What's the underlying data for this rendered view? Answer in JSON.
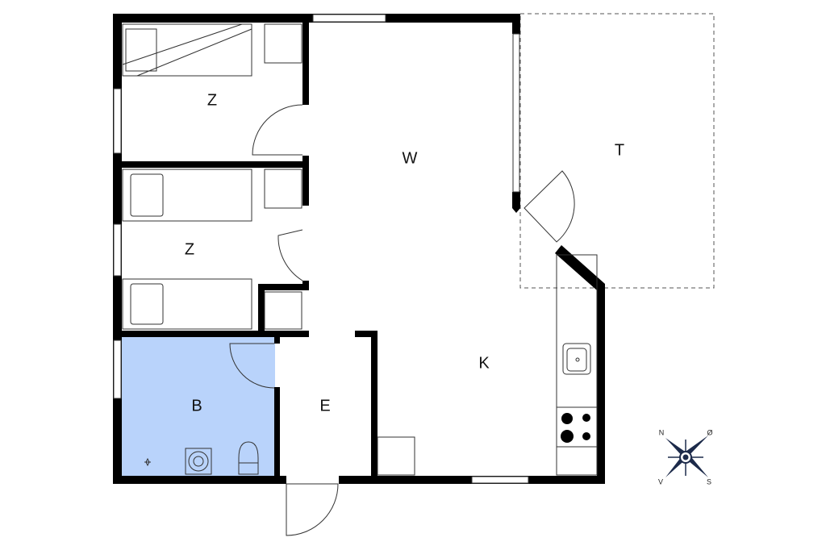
{
  "rooms": [
    {
      "id": "bedroom-1",
      "label": "Z"
    },
    {
      "id": "living",
      "label": "W"
    },
    {
      "id": "terrace",
      "label": "T"
    },
    {
      "id": "bedroom-2",
      "label": "Z"
    },
    {
      "id": "kitchen",
      "label": "K"
    },
    {
      "id": "bathroom",
      "label": "B"
    },
    {
      "id": "entrance",
      "label": "E"
    }
  ],
  "compass": {
    "n": "N",
    "e": "Ø",
    "s": "S",
    "w": "V"
  },
  "colors": {
    "bathroom": "#b9d3fb",
    "wall": "#000000",
    "compass": "#1c2a4a"
  }
}
